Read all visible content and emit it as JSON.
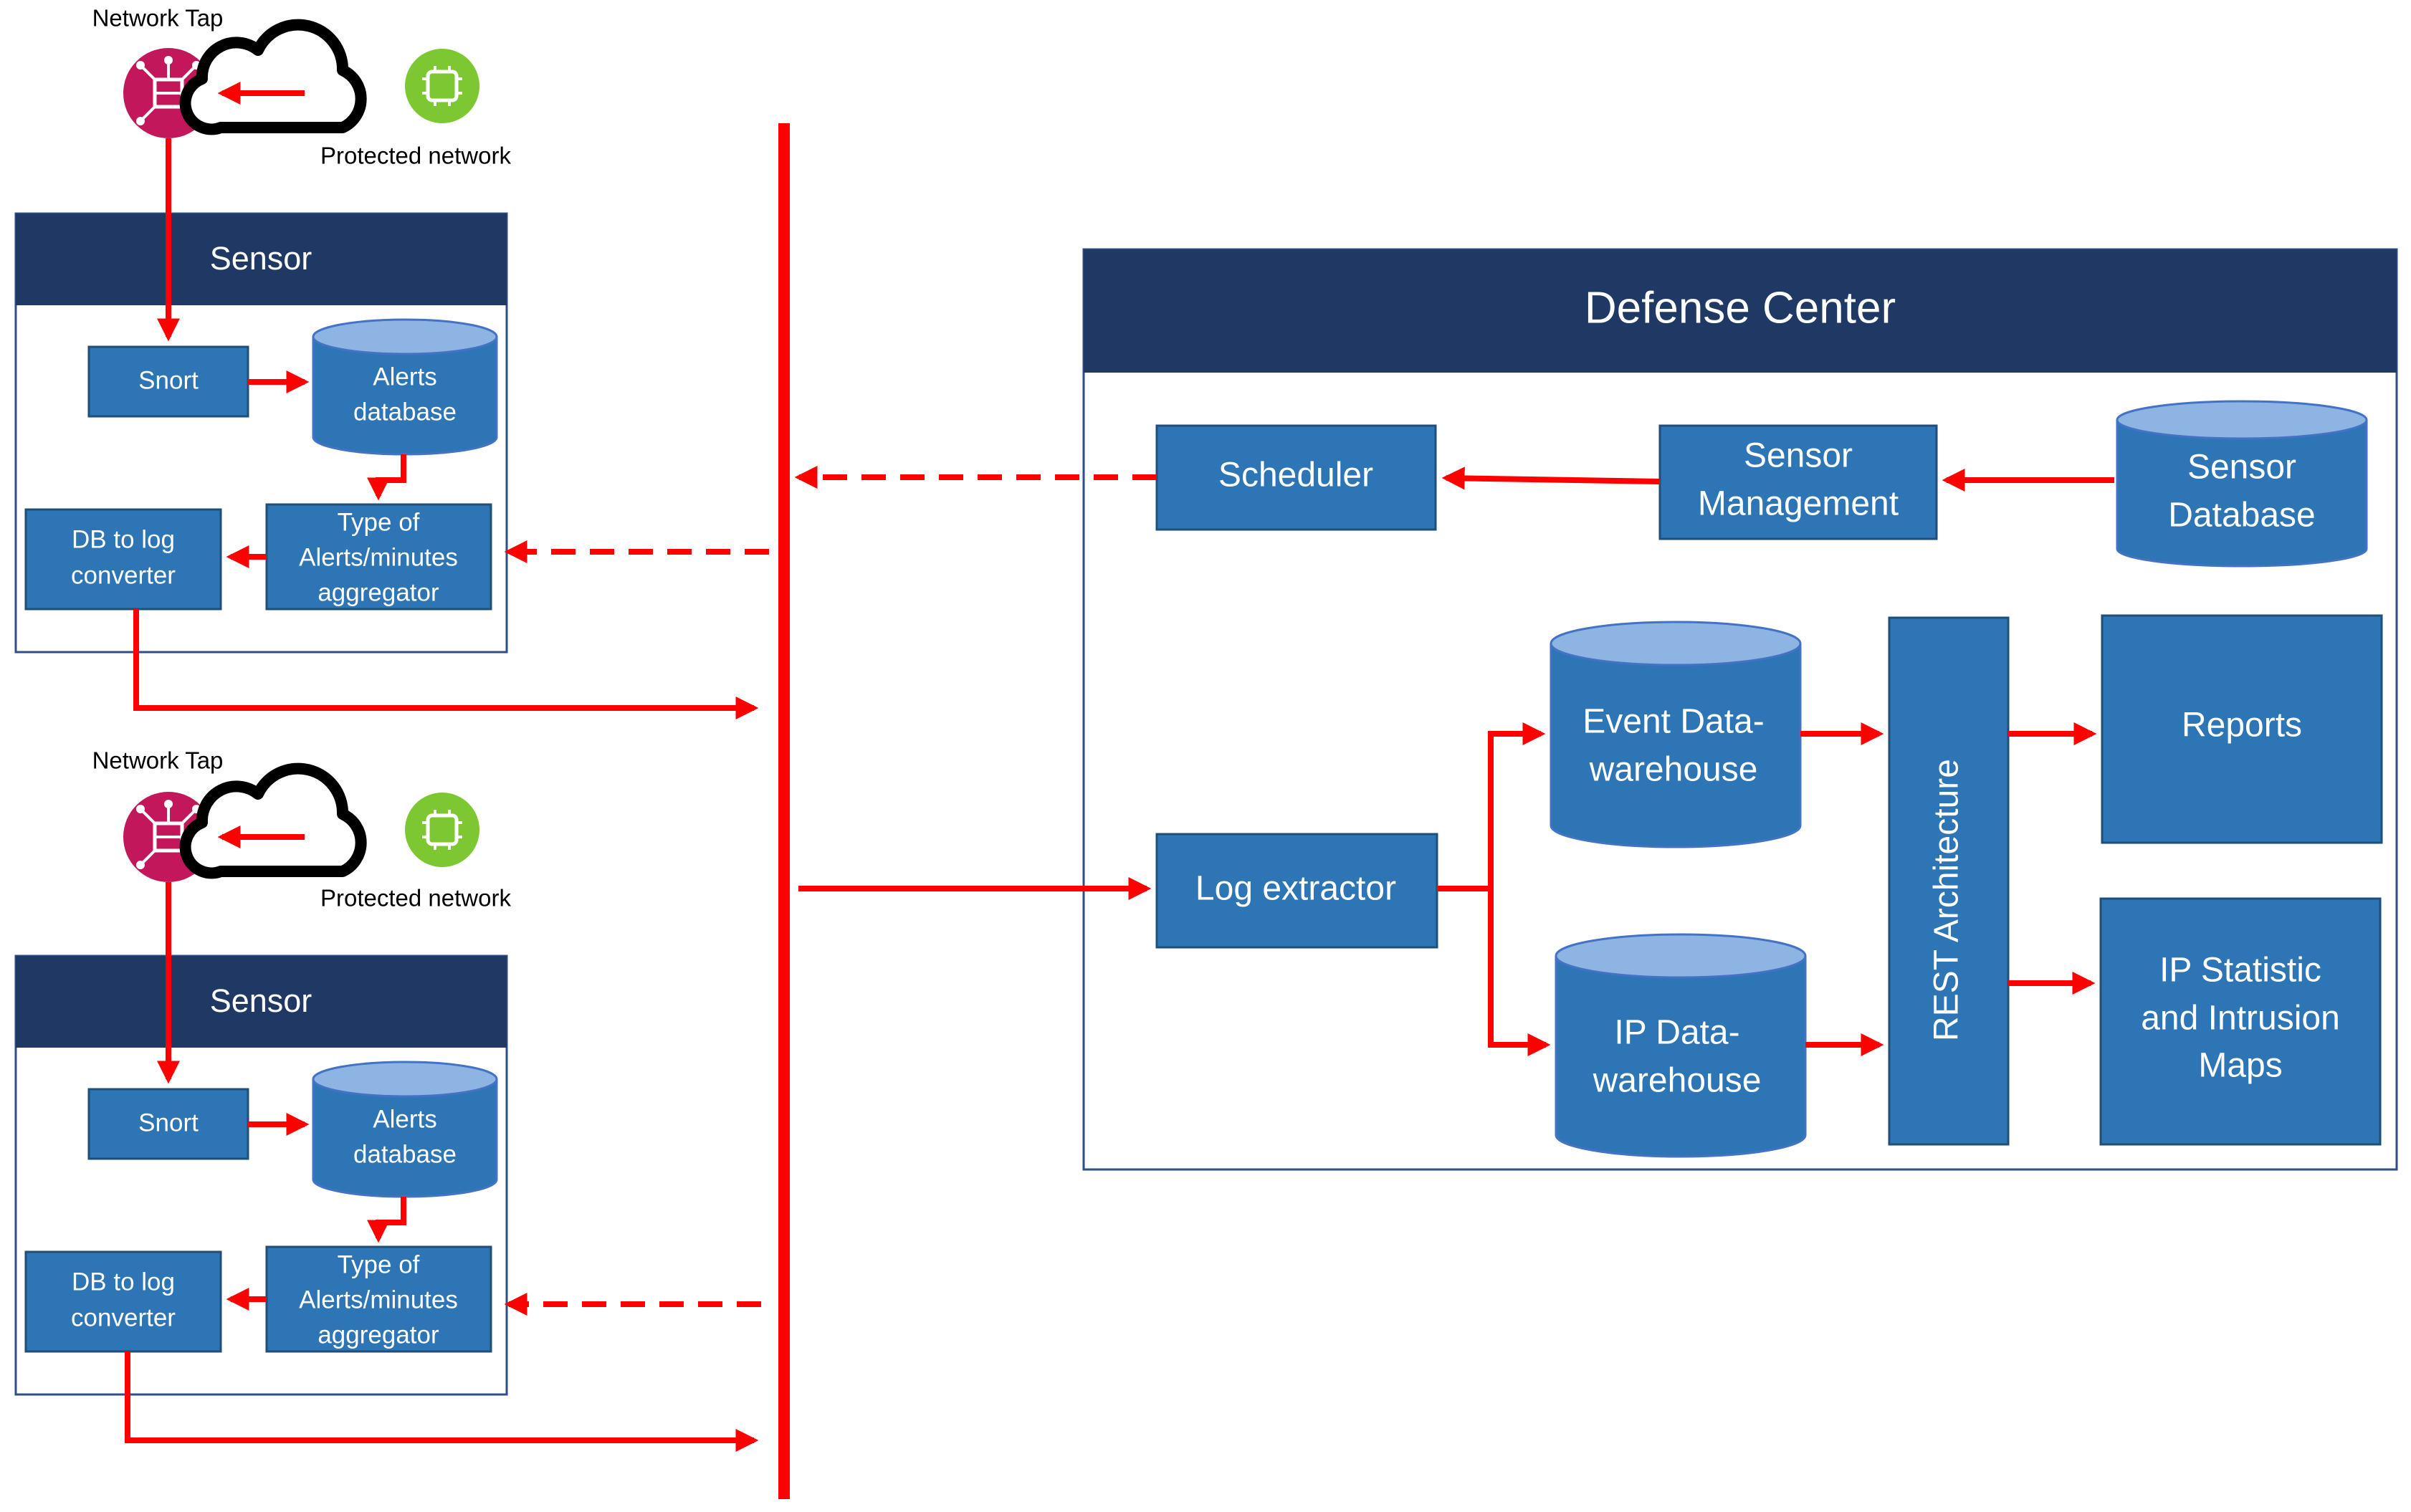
{
  "network_tap_label": "Network Tap",
  "protected_network_label": "Protected network",
  "sensor": {
    "title": "Sensor",
    "snort": "Snort",
    "alerts_db": [
      "Alerts",
      "database"
    ],
    "aggregator": [
      "Type of",
      "Alerts/minutes",
      "aggregator"
    ],
    "converter": [
      "DB to log",
      "converter"
    ]
  },
  "defense_center": {
    "title": "Defense Center",
    "scheduler": "Scheduler",
    "sensor_management": [
      "Sensor",
      "Management"
    ],
    "sensor_database": [
      "Sensor",
      "Database"
    ],
    "log_extractor": "Log extractor",
    "event_dw": [
      "Event Data-",
      "warehouse"
    ],
    "ip_dw": [
      "IP Data-",
      "warehouse"
    ],
    "rest": "REST Architecture",
    "reports": "Reports",
    "ip_maps": [
      "IP Statistic",
      "and Intrusion",
      "Maps"
    ]
  },
  "colors": {
    "box": "#2e75b6",
    "header": "#203864",
    "arrow": "#ff0000",
    "tap": "#c2185b",
    "cloud_icon": "#7dc832"
  }
}
